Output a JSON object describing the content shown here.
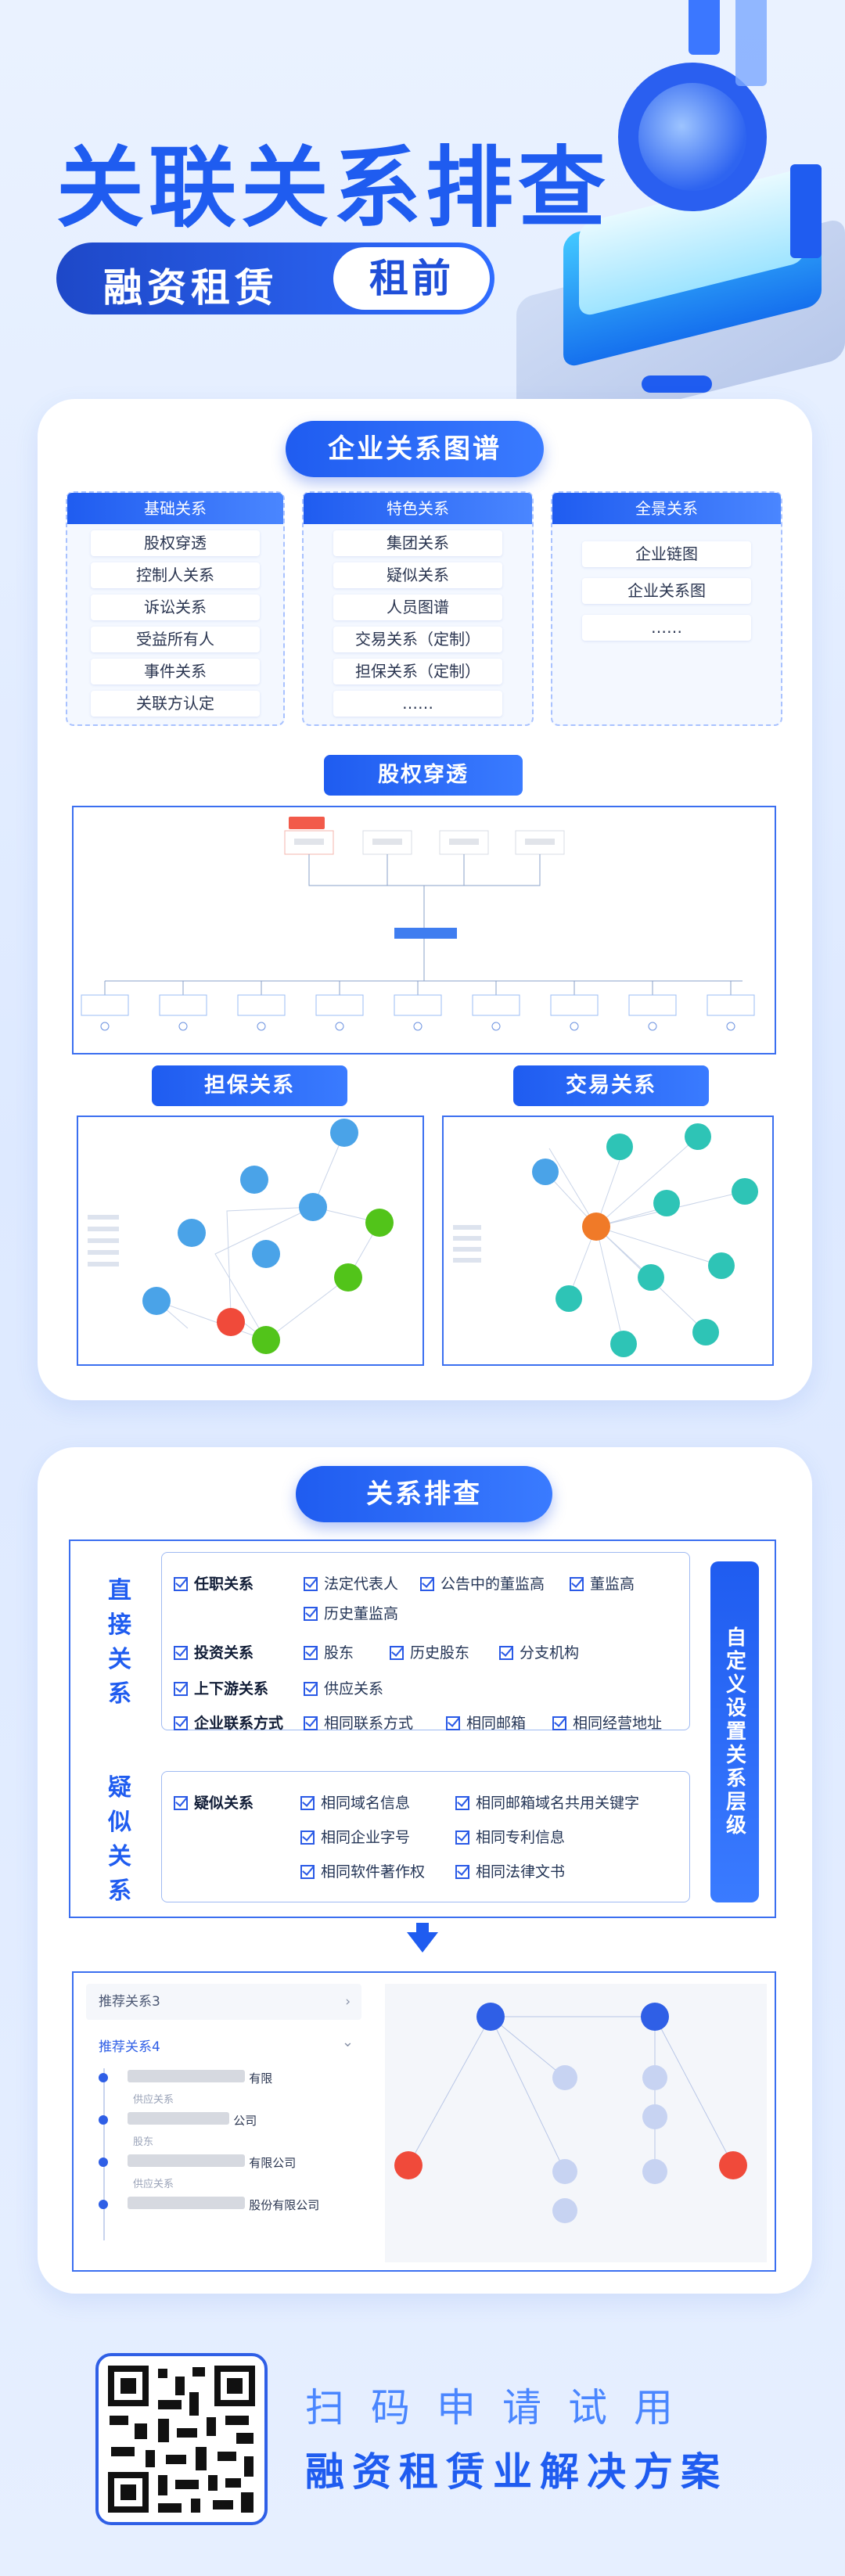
{
  "hero": {
    "title": "关联关系排查",
    "subtitle_left": "融资租赁",
    "subtitle_right": "租前"
  },
  "section1": {
    "title": "企业关系图谱",
    "categories": [
      {
        "head": "基础关系",
        "items": [
          "股权穿透",
          "控制人关系",
          "诉讼关系",
          "受益所有人",
          "事件关系",
          "关联方认定"
        ]
      },
      {
        "head": "特色关系",
        "items": [
          "集团关系",
          "疑似关系",
          "人员图谱",
          "交易关系（定制）",
          "担保关系（定制）",
          "……"
        ]
      },
      {
        "head": "全景关系",
        "items": [
          "企业链图",
          "企业关系图",
          "……"
        ]
      }
    ],
    "equity_title": "股权穿透",
    "guarantee_title": "担保关系",
    "trade_title": "交易关系"
  },
  "section2": {
    "title": "关系排查",
    "direct_label": "直接关系",
    "suspect_label": "疑似关系",
    "side_label": "自定义设置关系层级",
    "rows": [
      {
        "head": "任职关系",
        "opts": [
          "法定代表人",
          "公告中的董监高",
          "董监高",
          "历史董监高"
        ]
      },
      {
        "head": "投资关系",
        "opts": [
          "股东",
          "历史股东",
          "分支机构"
        ]
      },
      {
        "head": "上下游关系",
        "opts": [
          "供应关系"
        ]
      },
      {
        "head": "企业联系方式",
        "opts": [
          "相同联系方式",
          "相同邮箱",
          "相同经营地址"
        ]
      }
    ],
    "suspect_row": {
      "head": "疑似关系",
      "opts": [
        "相同域名信息",
        "相同邮箱域名共用关键字",
        "相同企业字号",
        "相同专利信息",
        "相同软件著作权",
        "相同法律文书"
      ]
    },
    "result": {
      "item1": "推荐关系3",
      "item2": "推荐关系4",
      "entries": [
        {
          "name": "有限",
          "sub": "供应关系"
        },
        {
          "name": "公司",
          "sub": "股东"
        },
        {
          "name": "有限公司",
          "sub": "供应关系"
        },
        {
          "name": "股份有限公司",
          "sub": ""
        }
      ]
    }
  },
  "footer": {
    "cta1": "扫码申请试用",
    "cta2": "融资租赁业解决方案"
  },
  "colors": {
    "primary": "#1f5cf0",
    "accent_green": "#52c41a",
    "accent_red": "#f04a3a",
    "accent_teal": "#2ec4b6"
  }
}
